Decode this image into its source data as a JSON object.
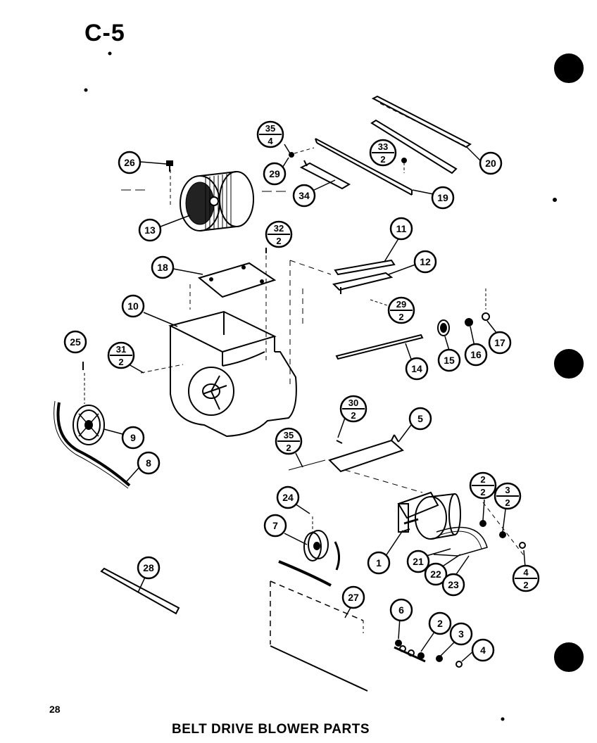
{
  "page": {
    "section": "C-5",
    "page_number": "28",
    "caption": "BELT DRIVE BLOWER PARTS"
  },
  "callouts": [
    {
      "id": "c26",
      "label": "26"
    },
    {
      "id": "c13",
      "label": "13"
    },
    {
      "id": "c29a",
      "label": "29"
    },
    {
      "id": "c34",
      "label": "34"
    },
    {
      "id": "c20",
      "label": "20"
    },
    {
      "id": "c19",
      "label": "19"
    },
    {
      "id": "c11",
      "label": "11"
    },
    {
      "id": "c12",
      "label": "12"
    },
    {
      "id": "c18",
      "label": "18"
    },
    {
      "id": "c10",
      "label": "10"
    },
    {
      "id": "c25",
      "label": "25"
    },
    {
      "id": "c14",
      "label": "14"
    },
    {
      "id": "c15",
      "label": "15"
    },
    {
      "id": "c16",
      "label": "16"
    },
    {
      "id": "c17",
      "label": "17"
    },
    {
      "id": "c9",
      "label": "9"
    },
    {
      "id": "c8",
      "label": "8"
    },
    {
      "id": "c5",
      "label": "5"
    },
    {
      "id": "c24",
      "label": "24"
    },
    {
      "id": "c7",
      "label": "7"
    },
    {
      "id": "c1",
      "label": "1"
    },
    {
      "id": "c21",
      "label": "21"
    },
    {
      "id": "c22",
      "label": "22"
    },
    {
      "id": "c23",
      "label": "23"
    },
    {
      "id": "c28",
      "label": "28"
    },
    {
      "id": "c27",
      "label": "27"
    },
    {
      "id": "c6",
      "label": "6"
    },
    {
      "id": "c2",
      "label": "2"
    },
    {
      "id": "c3",
      "label": "3"
    },
    {
      "id": "c4",
      "label": "4"
    }
  ],
  "fraction_callouts": [
    {
      "id": "f35_4",
      "top": "35",
      "bottom": "4"
    },
    {
      "id": "f33_2",
      "top": "33",
      "bottom": "2"
    },
    {
      "id": "f32_2",
      "top": "32",
      "bottom": "2"
    },
    {
      "id": "f29_2",
      "top": "29",
      "bottom": "2"
    },
    {
      "id": "f31_2",
      "top": "31",
      "bottom": "2"
    },
    {
      "id": "f30_2",
      "top": "30",
      "bottom": "2"
    },
    {
      "id": "f35_2",
      "top": "35",
      "bottom": "2"
    },
    {
      "id": "f2_2",
      "top": "2",
      "bottom": "2"
    },
    {
      "id": "f3_2",
      "top": "3",
      "bottom": "2"
    },
    {
      "id": "f4_2",
      "top": "4",
      "bottom": "2"
    }
  ]
}
